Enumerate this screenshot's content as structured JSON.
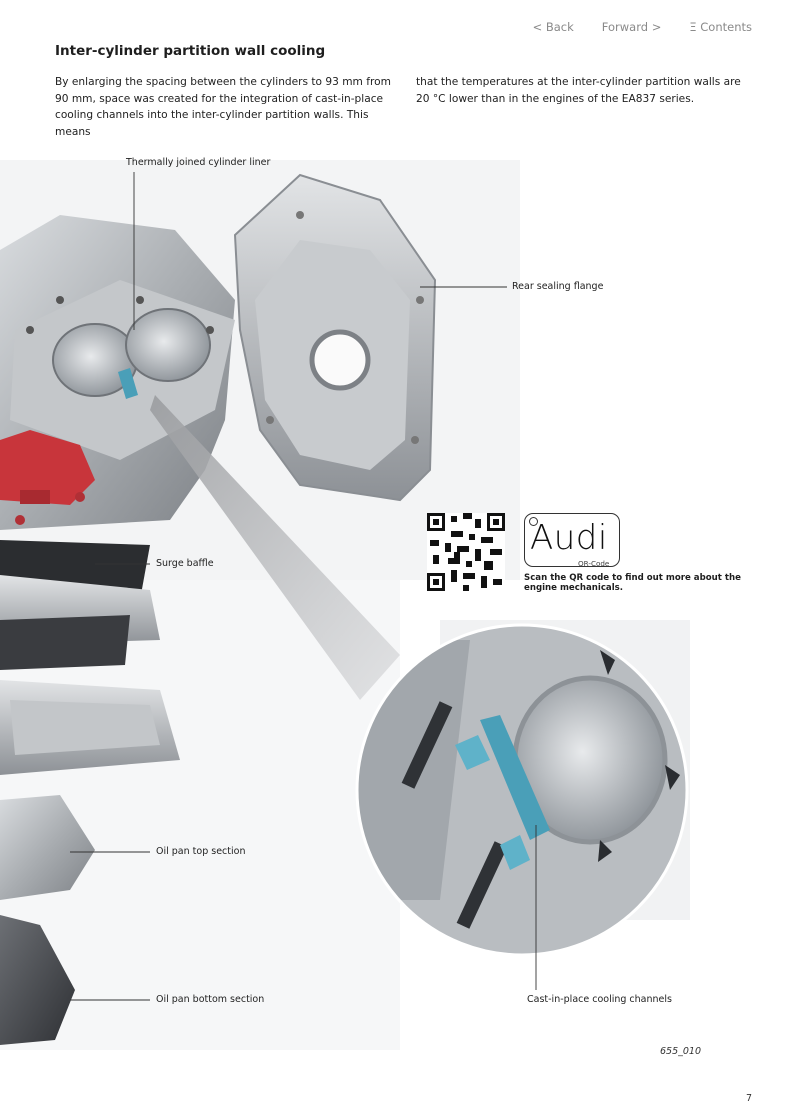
{
  "nav": {
    "back": "< Back",
    "forward": "Forward >",
    "contents": "Ξ Contents"
  },
  "title": "Inter-cylinder partition wall cooling",
  "body": {
    "col1": "By enlarging the spacing between the cylinders to 93 mm from 90 mm, space was created for the integration of cast-in-place cooling channels into the inter-cylinder partition walls. This means",
    "col2": "that the temperatures at the inter-cylinder partition walls are 20 °C lower than in the engines of the EA837 series."
  },
  "labels": {
    "liner": "Thermally joined cylinder liner",
    "flange": "Rear sealing flange",
    "baffle": "Surge baffle",
    "pan_top": "Oil pan top section",
    "pan_bottom": "Oil pan bottom section",
    "channels": "Cast-in-place cooling channels"
  },
  "qr": {
    "brand": "Audi",
    "brand_sub": "QR-Code",
    "caption": "Scan the QR code to find out more about the engine mechanicals."
  },
  "figure_id": "655_010",
  "page_number": "7",
  "colors": {
    "channel_blue": "#4a9fb8",
    "red_part": "#c8353b",
    "metal": "#b8bcc0"
  }
}
